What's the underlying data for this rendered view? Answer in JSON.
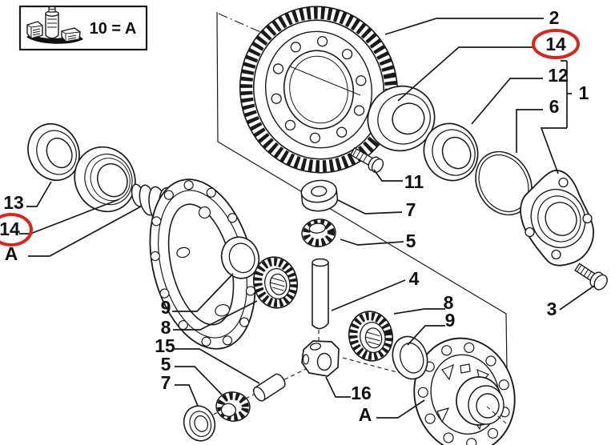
{
  "legend": {
    "text": "10 = A"
  },
  "colors": {
    "ink": "#1a1a1a",
    "highlight": "#d9261c",
    "background": "#ffffff"
  },
  "callouts": {
    "c2": "2",
    "c14_top": "14",
    "c12": "12",
    "c1": "1",
    "c6": "6",
    "c11": "11",
    "c7_mid": "7",
    "c5_mid": "5",
    "c4": "4",
    "c3": "3",
    "c13": "13",
    "c14_left": "14",
    "cA_left": "A",
    "c9_botleft": "9",
    "c8_botleft": "8",
    "c15": "15",
    "c5_botleft": "5",
    "c7_botleft": "7",
    "c16": "16",
    "cA_bottom": "A",
    "c8_botright": "8",
    "c9_botright": "9"
  },
  "red_circled_callouts": [
    "c14_top",
    "c14_left"
  ]
}
